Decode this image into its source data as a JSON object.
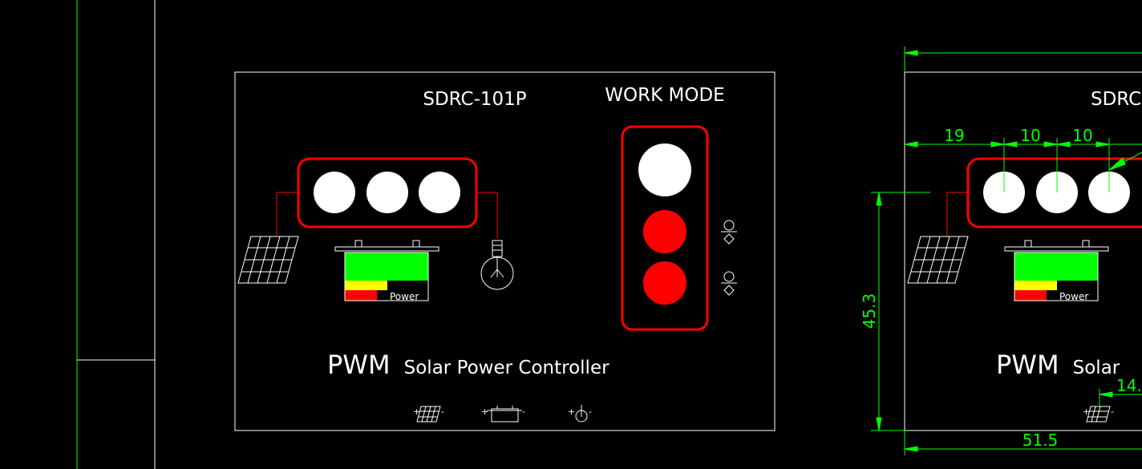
{
  "colors": {
    "background": "#000000",
    "outline": "#ffffff",
    "dimension": "#00ff00",
    "indicator": "#ff0000",
    "bar_green": "#00ff00",
    "bar_yellow": "#ffff00",
    "bar_red": "#ff0000"
  },
  "main_panel": {
    "model": "SDRC-101P",
    "work_mode_label": "WORK MODE",
    "title_prefix": "PWM",
    "title_rest": "Solar Power Controller",
    "battery_label": "Power",
    "terminal_plus": "+",
    "terminal_minus": "-",
    "terminal_icons": [
      "solar-panel-icon",
      "battery-icon",
      "lamp-icon"
    ]
  },
  "dimension_panel": {
    "model_partial": "SDRC",
    "title_prefix": "PWM",
    "title_partial": "Solar",
    "battery_label": "Power",
    "dimensions": {
      "left_offset": "19",
      "spacing_1": "10",
      "spacing_2": "10",
      "height": "45.3",
      "width": "51.5",
      "bottom_partial": "14."
    }
  }
}
